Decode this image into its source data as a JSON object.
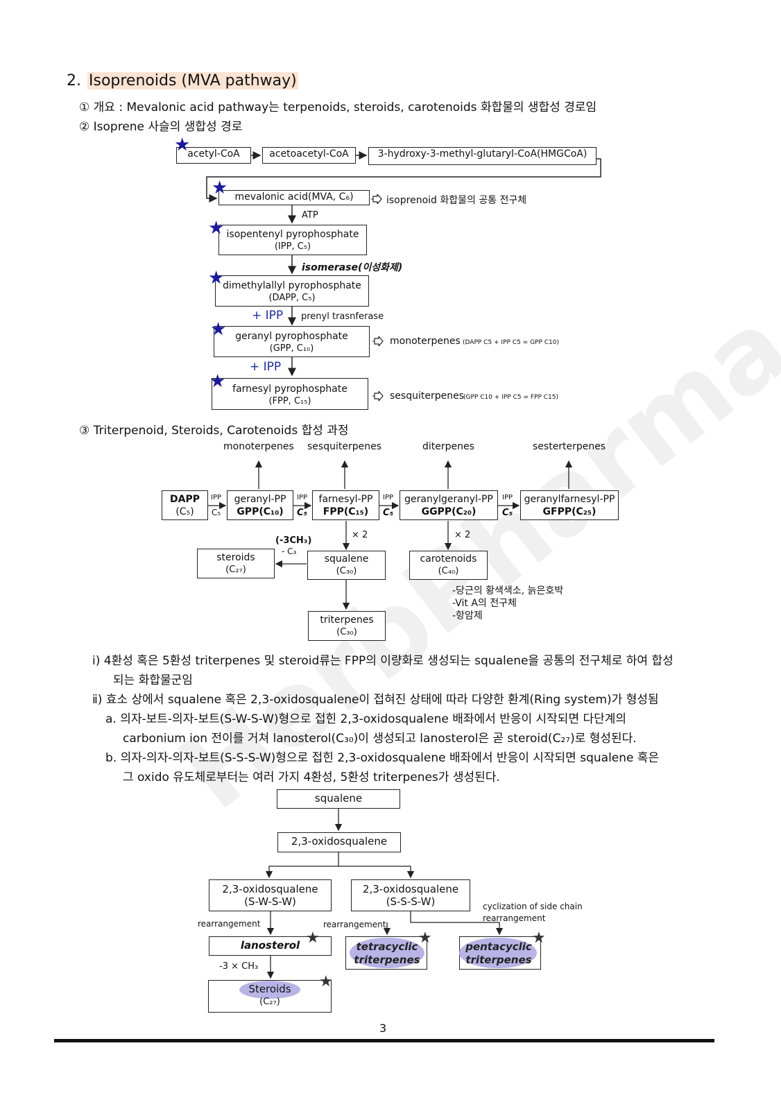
{
  "section": {
    "number": "2.",
    "title": "Isoprenoids (MVA pathway)"
  },
  "items": {
    "i1": "① 개요 : Mevalonic acid pathway는 terpenoids, steroids, carotenoids 화합물의 생합성 경로임",
    "i2": "② Isoprene 사슬의 생합성 경로",
    "i3": "③ Triterpenoid, Steroids, Carotenoids 합성 과정"
  },
  "mva": {
    "acetyl": "acetyl-CoA",
    "acetoacetyl": "acetoacetyl-CoA",
    "hmg": "3-hydroxy-3-methyl-glutaryl-CoA(HMGCoA)",
    "mevalonic": "mevalonic acid(MVA, C₆)",
    "mevalonic_note": "isoprenoid 화합물의 공통 전구체",
    "atp": "ATP",
    "ipp_line1": "isopentenyl  pyrophosphate",
    "ipp_line2": "(IPP, C₅)",
    "isomerase": "isomerase(이성화제)",
    "dapp_line1": "dimethylallyl  pyrophosphate",
    "dapp_line2": "(DAPP, C₅)",
    "plus_ipp": "+ IPP",
    "prenyl": "prenyl  trasnferase",
    "gpp_line1": "geranyl  pyrophosphate",
    "gpp_line2": "(GPP, C₁₀)",
    "mono_note": "monoterpenes",
    "mono_formula": "(DAPP C5 + IPP C5 = GPP C10)",
    "fpp_line1": "farnesyl  pyrophosphate",
    "fpp_line2": "(FPP, C₁₅)",
    "sesqui_note": "sesquiterpenes",
    "sesqui_formula": "(GPP C10 + IPP C5 = FPP C15)"
  },
  "tri": {
    "top": [
      "monoterpenes",
      "sesquiterpenes",
      "diterpenes",
      "sesterterpenes"
    ],
    "dapp1": "DAPP",
    "dapp2": "(C₅)",
    "ipp": "IPP",
    "c5": "C₅",
    "geranyl1": "geranyl-PP",
    "geranyl2": "GPP(C₁₀)",
    "farnesyl1": "farnesyl-PP",
    "farnesyl2": "FPP(C₁₅)",
    "gg1": "geranylgeranyl-PP",
    "gg2": "GGPP(C₂₀)",
    "gf1": "geranylfarnesyl-PP",
    "gf2": "GFPP(C₂₅)",
    "x2": "× 2",
    "minus_ch3": "(-3CH₃)",
    "minus_c3": "- C₃",
    "steroids1": "steroids",
    "steroids2": "(C₂₇)",
    "squalene1": "squalene",
    "squalene2": "(C₃₀)",
    "carot1": "carotenoids",
    "carot2": "(C₄₀)",
    "carot_notes": [
      "-당근의 황색색소, 늙은호박",
      "-Vit A의 전구체",
      "-항암제"
    ],
    "triterp1": "triterpenes",
    "triterp2": "(C₃₀)"
  },
  "paras": {
    "p1a": "ⅰ) 4환성 혹은 5환성 triterpenes 및 steroid류는 FPP의 이량화로 생성되는 squalene을 공통의 전구체로 하여 합성",
    "p1b": "되는 화합물군임",
    "p2": "ⅱ) 효소 상에서 squalene 혹은 2,3-oxidosqualene이 접혀진 상태에 따라 다양한 환계(Ring system)가 형성됨",
    "pa1": "a. 의자-보트-의자-보트(S-W-S-W)형으로  접힌  2,3-oxidosqualene  배좌에서  반응이  시작되면  다단계의",
    "pa2": "carbonium ion 전이를 거쳐 lanosterol(C₃₀)이 생성되고 lanosterol은 곧 steroid(C₂₇)로 형성된다.",
    "pb1": "b. 의자-의자-의자-보트(S-S-S-W)형으로 접힌 2,3-oxidosqualene 배좌에서 반응이 시작되면 squalene 혹은",
    "pb2": "그 oxido 유도체로부터는 여러 가지 4환성, 5환성 triterpenes가 생성된다."
  },
  "cyc": {
    "squalene": "squalene",
    "oxido": "2,3-oxidosqualene",
    "sws1": "2,3-oxidosqualene",
    "sws2": "(S-W-S-W)",
    "sssw1": "2,3-oxidosqualene",
    "sssw2": "(S-S-S-W)",
    "rearr1": "rearrangement",
    "rearr2": "rearrangement",
    "cyclization1": "cyclization of side chain",
    "cyclization2": "rearrangement",
    "lanosterol": "lanosterol",
    "minus3": "-3 × CH₃",
    "tetra1": "tetracyclic",
    "tetra2": "triterpenes",
    "penta1": "pentacyclic",
    "penta2": "triterpenes",
    "steroids1": "Steroids",
    "steroids2": "(C₂₇)"
  },
  "watermark": "HerbPharma",
  "page_number": "3"
}
